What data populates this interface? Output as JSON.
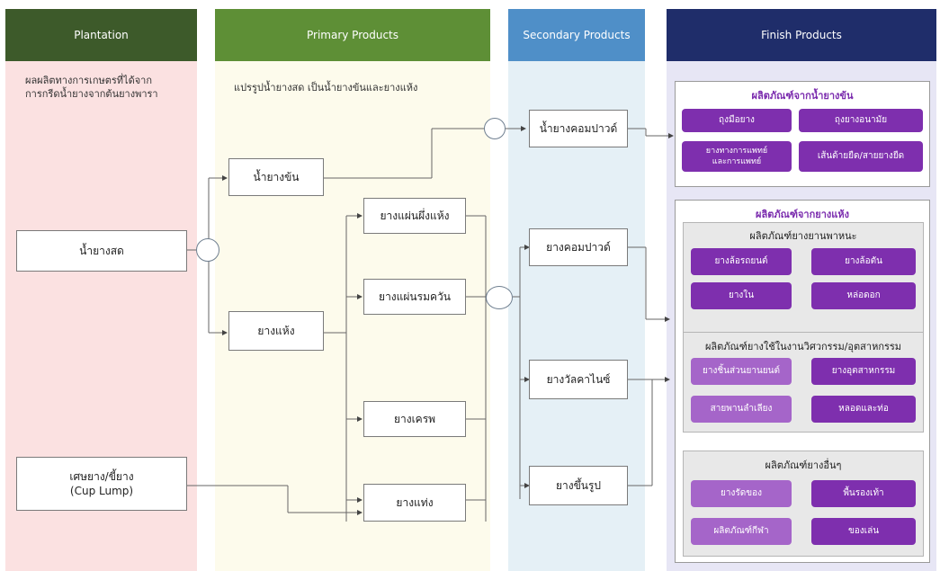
{
  "columns": {
    "plantation": {
      "title": "Plantation",
      "color": "#3d5a2a",
      "note": "ผลผลิตทางการเกษตรที่ได้จาก\nการกรีดน้ำยางจากต้นยางพารา"
    },
    "primary": {
      "title": "Primary Products",
      "color": "#5e8f36",
      "note": "แปรรูปน้ำยางสด เป็นน้ำยางข้นและยางแห้ง"
    },
    "secondary": {
      "title": "Secondary Products",
      "color": "#4f8fc8"
    },
    "finish": {
      "title": "Finish Products",
      "color": "#1f2d6a"
    }
  },
  "plantation_nodes": {
    "fresh_latex": "น้ำยางสด",
    "cup_lump": "เศษยาง/ขี้ยาง\n(Cup Lump)"
  },
  "primary_nodes": {
    "concentrated_latex": "น้ำยางข้น",
    "dry_rubber": "ยางแห้ง",
    "air_dried_sheet": "ยางแผ่นผึ่งแห้ง",
    "ribbed_smoked_sheet": "ยางแผ่นรมควัน",
    "crepe": "ยางเครพ",
    "block_rubber": "ยางแท่ง"
  },
  "secondary_nodes": {
    "latex_compound": "น้ำยางคอมปาวด์",
    "rubber_compound": "ยางคอมปาวด์",
    "vulcanized": "ยางวัลคาไนซ์",
    "molded": "ยางขึ้นรูป"
  },
  "finish_groups": {
    "latex_products": {
      "title": "ผลิตภัณฑ์จากน้ำยางข้น",
      "items": [
        "ถุงมือยาง",
        "ถุงยางอนามัย",
        "ยางทางการแพทย์\nและการแพทย์",
        "เส้นด้ายยืด/สายยางยืด"
      ]
    },
    "dry_products": {
      "title": "ผลิตภัณฑ์จากยางแห้ง",
      "vehicle": {
        "title": "ผลิตภัณฑ์ยางยานพาหนะ",
        "items": [
          "ยางล้อรถยนต์",
          "ยางล้อตัน",
          "ยางใน",
          "หล่อดอก"
        ]
      },
      "industrial": {
        "title": "ผลิตภัณฑ์ยางใช้ในงานวิศวกรรม/อุตสาหกรรม",
        "items": [
          "ยางชิ้นส่วนยานยนต์",
          "ยางอุตสาหกรรม",
          "สายพานลำเลียง",
          "หลอดและท่อ"
        ]
      },
      "other": {
        "title": "ผลิตภัณฑ์ยางอื่นๆ",
        "items": [
          "ยางรัดของ",
          "พื้นรองเท้า",
          "ผลิตภัณฑ์กีฬา",
          "ของเล่น"
        ]
      }
    }
  }
}
